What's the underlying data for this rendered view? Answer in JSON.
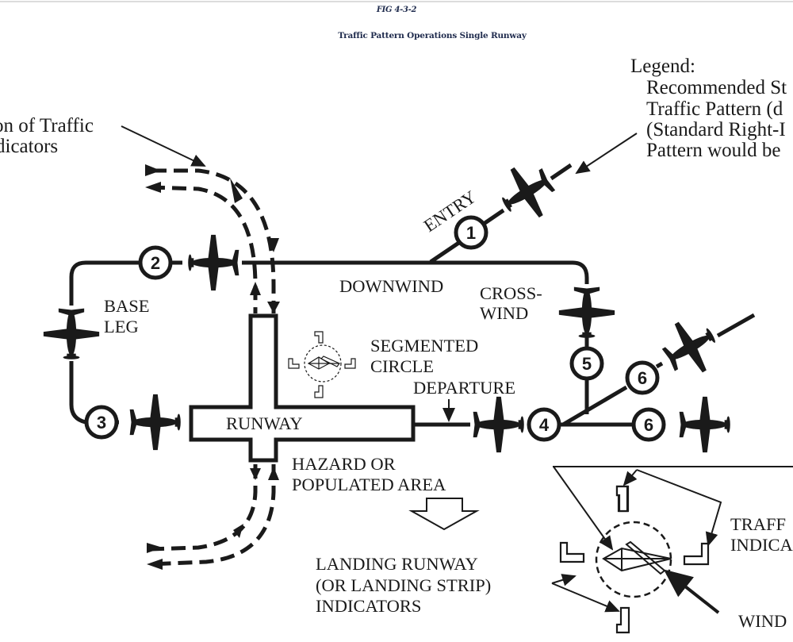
{
  "figure": {
    "number": "FIG 4-3-2",
    "title": "Traffic Pattern Operations Single Runway"
  },
  "legend": {
    "heading": "Legend:",
    "lines": [
      "Recommended St",
      "Traffic Pattern (d",
      "(Standard Right-I",
      "Pattern would be"
    ]
  },
  "callout_left": {
    "lines": [
      "on of Traffic",
      "dicators"
    ]
  },
  "labels": {
    "entry": "ENTRY",
    "downwind": "DOWNWIND",
    "crosswind_1": "CROSS-",
    "crosswind_2": "WIND",
    "base_1": "BASE",
    "base_2": "LEG",
    "segmented_1": "SEGMENTED",
    "segmented_2": "CIRCLE",
    "departure": "DEPARTURE",
    "runway": "RUNWAY",
    "hazard_1": "HAZARD OR",
    "hazard_2": "POPULATED AREA",
    "landing_1": "LANDING RUNWAY",
    "landing_2": "(OR LANDING STRIP)",
    "landing_3": "INDICATORS",
    "traffic_1": "TRAFF",
    "traffic_2": "INDICA",
    "wind": "WIND"
  },
  "positions": {
    "p1": "1",
    "p2": "2",
    "p3": "3",
    "p4": "4",
    "p5": "5",
    "p6a": "6",
    "p6b": "6"
  },
  "colors": {
    "ink": "#1a1a1a",
    "title": "#1f2b4d"
  }
}
